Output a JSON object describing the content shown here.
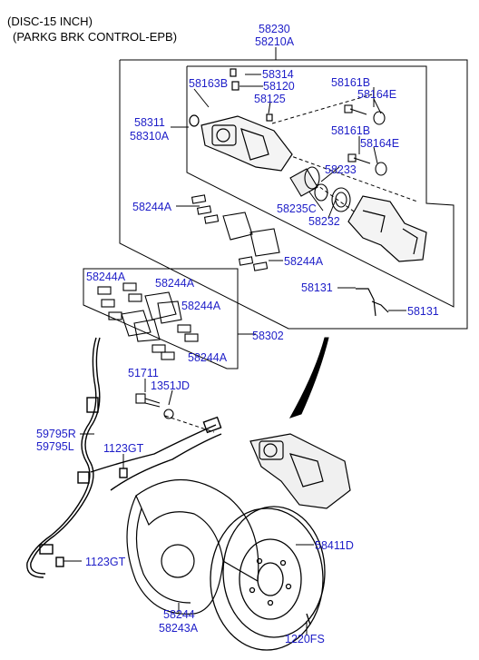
{
  "header": {
    "line1": "(DISC-15 INCH)",
    "line2": "(PARKG BRK CONTROL-EPB)"
  },
  "labels": {
    "p58230": "58230",
    "p58210A": "58210A",
    "p58314": "58314",
    "p58163B": "58163B",
    "p58120": "58120",
    "p58125": "58125",
    "p58161B_a": "58161B",
    "p58164E_a": "58164E",
    "p58311": "58311",
    "p58310A": "58310A",
    "p58161B_b": "58161B",
    "p58164E_b": "58164E",
    "p58233": "58233",
    "p58244A_a": "58244A",
    "p58235C": "58235C",
    "p58232": "58232",
    "p58244A_b": "58244A",
    "p58131_a": "58131",
    "p58131_b": "58131",
    "p58244A_c": "58244A",
    "p58244A_d": "58244A",
    "p58244A_e": "58244A",
    "p58302": "58302",
    "p58244A_f": "58244A",
    "p51711": "51711",
    "p1351JD": "1351JD",
    "p59795R": "59795R",
    "p59795L": "59795L",
    "p1123GT_a": "1123GT",
    "p1123GT_b": "1123GT",
    "p58411D": "58411D",
    "p58244": "58244",
    "p58243A": "58243A",
    "p1220FS": "1220FS"
  },
  "colors": {
    "label": "#1e1ec8",
    "line": "#000000"
  }
}
